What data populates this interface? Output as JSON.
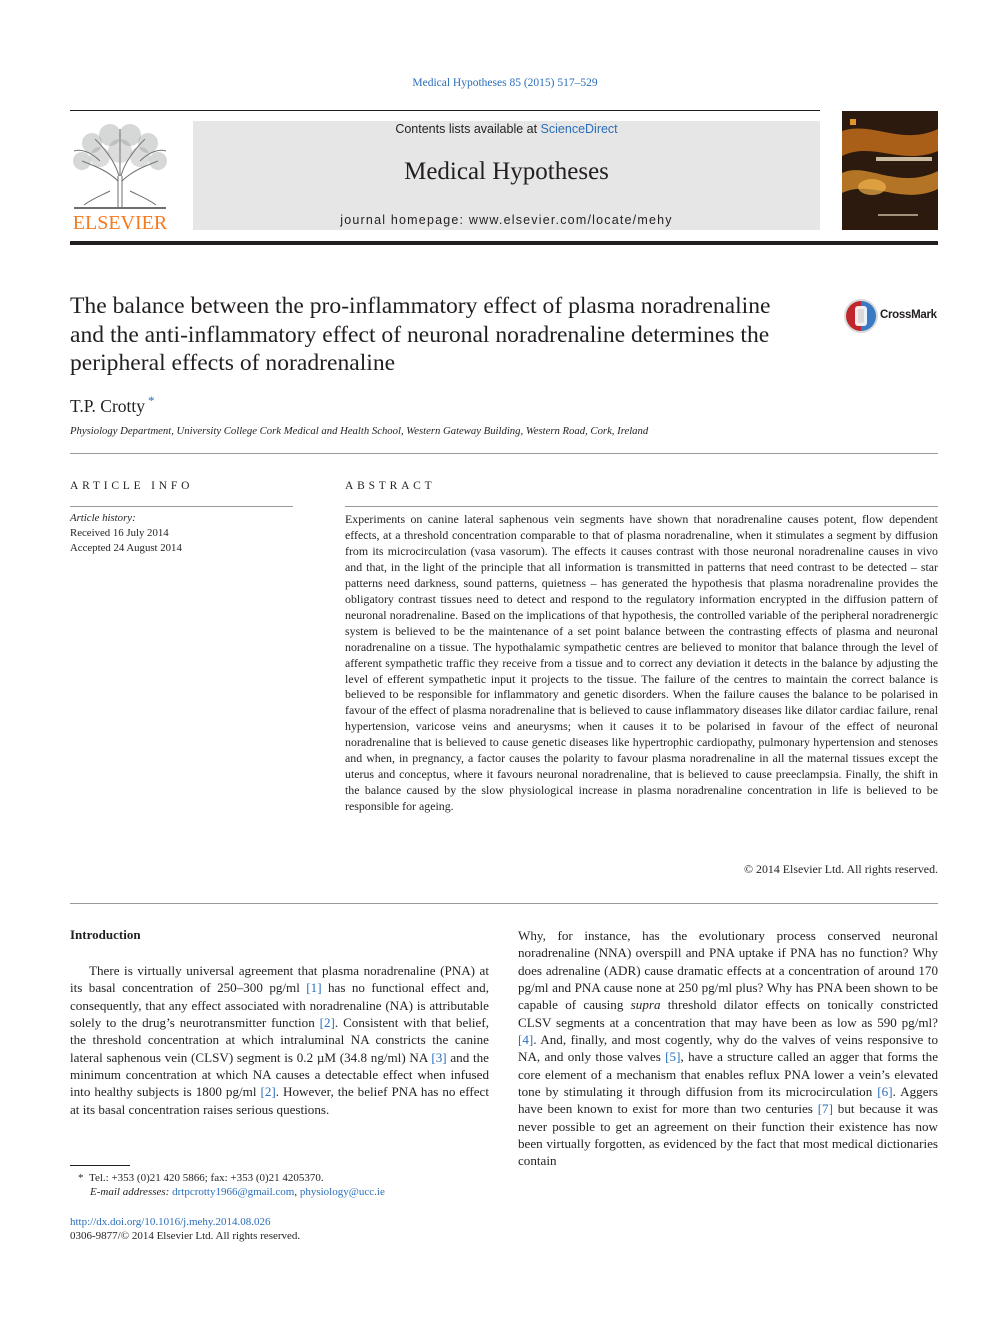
{
  "header": {
    "citation": "Medical Hypotheses 85 (2015) 517–529",
    "contents_prefix": "Contents lists available at ",
    "contents_link": "ScienceDirect",
    "journal_title": "Medical Hypotheses",
    "homepage_prefix": "journal homepage: ",
    "homepage_url": "www.elsevier.com/locate/mehy",
    "publisher_logo_text": "ELSEVIER",
    "crossmark_label": "CrossMark"
  },
  "article": {
    "title": "The balance between the pro-inflammatory effect of plasma noradrenaline and the anti-inflammatory effect of neuronal noradrenaline determines the peripheral effects of noradrenaline",
    "author": "T.P. Crotty",
    "author_mark": "*",
    "affiliation": "Physiology Department, University College Cork Medical and Health School, Western Gateway Building, Western Road, Cork, Ireland"
  },
  "article_info": {
    "heading": "ARTICLE INFO",
    "history_label": "Article history:",
    "received": "Received 16 July 2014",
    "accepted": "Accepted 24 August 2014"
  },
  "abstract": {
    "heading": "ABSTRACT",
    "text": "Experiments on canine lateral saphenous vein segments have shown that noradrenaline causes potent, flow dependent effects, at a threshold concentration comparable to that of plasma noradrenaline, when it stimulates a segment by diffusion from its microcirculation (vasa vasorum). The effects it causes contrast with those neuronal noradrenaline causes in vivo and that, in the light of the principle that all information is transmitted in patterns that need contrast to be detected – star patterns need darkness, sound patterns, quietness – has generated the hypothesis that plasma noradrenaline provides the obligatory contrast tissues need to detect and respond to the regulatory information encrypted in the diffusion pattern of neuronal noradrenaline. Based on the implications of that hypothesis, the controlled variable of the peripheral noradrenergic system is believed to be the maintenance of a set point balance between the contrasting effects of plasma and neuronal noradrenaline on a tissue. The hypothalamic sympathetic centres are believed to monitor that balance through the level of afferent sympathetic traffic they receive from a tissue and to correct any deviation it detects in the balance by adjusting the level of efferent sympathetic input it projects to the tissue. The failure of the centres to maintain the correct balance is believed to be responsible for inflammatory and genetic disorders. When the failure causes the balance to be polarised in favour of the effect of plasma noradrenaline that is believed to cause inflammatory diseases like dilator cardiac failure, renal hypertension, varicose veins and aneurysms; when it causes it to be polarised in favour of the effect of neuronal noradrenaline that is believed to cause genetic diseases like hypertrophic cardiopathy, pulmonary hypertension and stenoses and when, in pregnancy, a factor causes the polarity to favour plasma noradrenaline in all the maternal tissues except the uterus and conceptus, where it favours neuronal noradrenaline, that is believed to cause preeclampsia. Finally, the shift in the balance caused by the slow physiological increase in plasma noradrenaline concentration in life is believed to be responsible for ageing.",
    "copyright": "© 2014 Elsevier Ltd. All rights reserved."
  },
  "body": {
    "section_heading": "Introduction",
    "col1": [
      {
        "t": "There is virtually universal agreement that plasma noradrenaline (PNA) at its basal concentration of 250–300 pg/ml "
      },
      {
        "t": "[1]",
        "link": true
      },
      {
        "t": " has no functional effect and, consequently, that any effect associated with noradrenaline (NA) is attributable solely to the drug’s neurotransmitter function "
      },
      {
        "t": "[2]",
        "link": true
      },
      {
        "t": ". Consistent with that belief, the threshold concentration at which intraluminal NA constricts the canine lateral saphenous vein (CLSV) segment is 0.2 µM (34.8 ng/ml) NA "
      },
      {
        "t": "[3]",
        "link": true
      },
      {
        "t": " and the minimum concentration at which NA causes a detectable effect when infused into healthy subjects is 1800 pg/ml "
      },
      {
        "t": "[2]",
        "link": true
      },
      {
        "t": ". However, the belief PNA has no effect at its basal concentration raises serious questions."
      }
    ],
    "col2": [
      {
        "t": "Why, for instance, has the evolutionary process conserved neuronal noradrenaline (NNA) overspill and PNA uptake if PNA has no function? Why does adrenaline (ADR) cause dramatic effects at a concentration of around 170 pg/ml and PNA cause none at 250 pg/ml plus? Why has PNA been shown to be capable of causing "
      },
      {
        "t": "supra",
        "italic": true
      },
      {
        "t": " threshold dilator effects on tonically constricted CLSV segments at a concentration that may have been as low as 590 pg/ml? "
      },
      {
        "t": "[4]",
        "link": true
      },
      {
        "t": ". And, finally, and most cogently, why do the valves of veins responsive to NA, and only those valves "
      },
      {
        "t": "[5]",
        "link": true
      },
      {
        "t": ", have a structure called an agger that forms the core element of a mechanism that enables reflux PNA lower a vein’s elevated tone by stimulating it through diffusion from its microcirculation "
      },
      {
        "t": "[6]",
        "link": true
      },
      {
        "t": ". Aggers have been known to exist for more than two centuries "
      },
      {
        "t": "[7]",
        "link": true
      },
      {
        "t": " but because it was never possible to get an agreement on their function their existence has now been virtually forgotten, as evidenced by the fact that most medical dictionaries contain"
      }
    ]
  },
  "footnotes": {
    "star": "*",
    "tel": "Tel.: +353 (0)21 420 5866; fax: +353 (0)21 4205370.",
    "email_label": "E-mail addresses:",
    "email1": "drtpcrotty1966@gmail.com",
    "email_sep": ", ",
    "email2": "physiology@ucc.ie",
    "doi": "http://dx.doi.org/10.1016/j.mehy.2014.08.026",
    "issn": "0306-9877/© 2014 Elsevier Ltd. All rights reserved."
  }
}
